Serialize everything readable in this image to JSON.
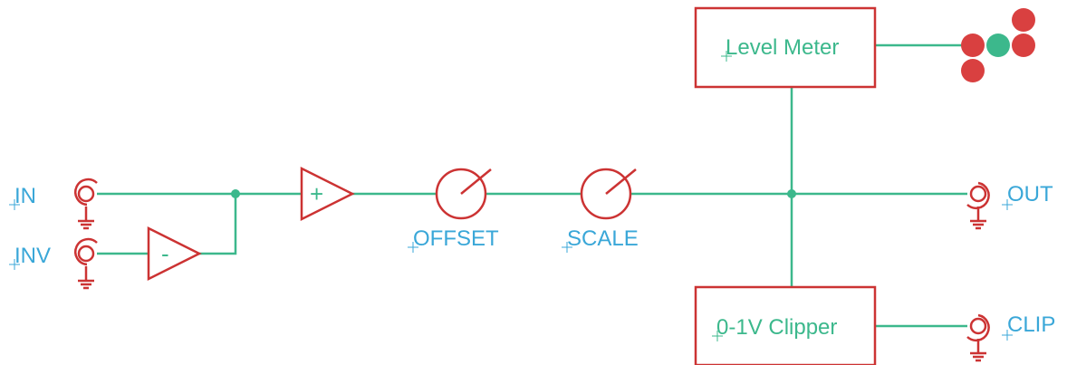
{
  "ports": {
    "in": "IN",
    "inv": "INV",
    "out": "OUT",
    "clip": "CLIP"
  },
  "knobs": {
    "offset": "OFFSET",
    "scale": "SCALE"
  },
  "blocks": {
    "level_meter": "Level Meter",
    "clipper": "0-1V Clipper"
  },
  "amps": {
    "noninverting_sign": "+",
    "inverting_sign": "-"
  },
  "colors": {
    "wire": "#3cb88c",
    "component": "#cc3333",
    "port_label": "#3aa7d8",
    "led_red": "#d94040",
    "led_green": "#3cb88c"
  }
}
